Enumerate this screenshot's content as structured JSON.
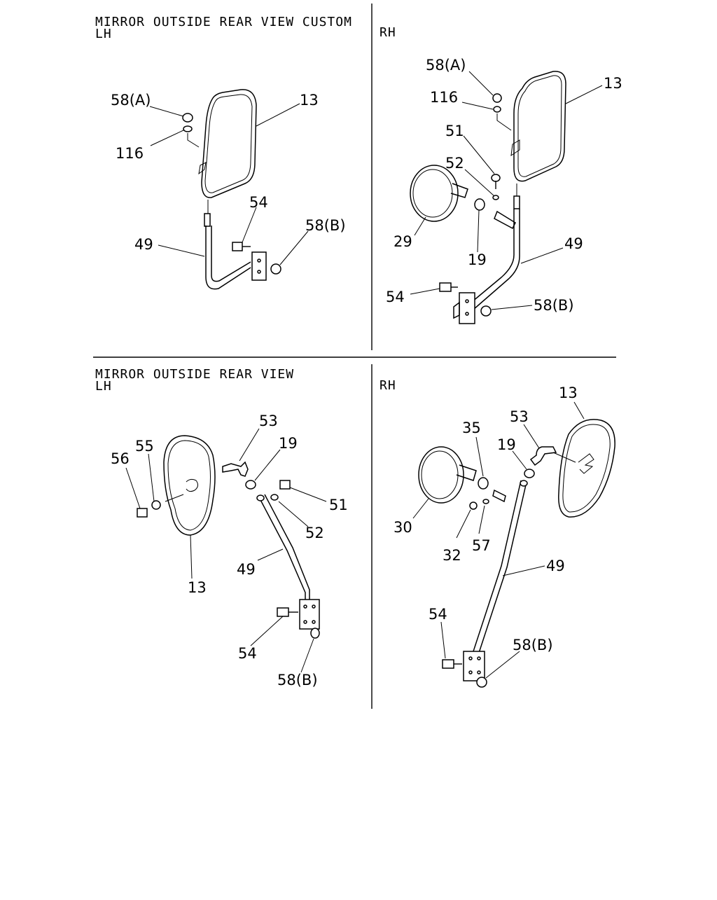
{
  "titles": {
    "custom": "MIRROR OUTSIDE REAR VIEW CUSTOM",
    "standard": "MIRROR OUTSIDE REAR VIEW",
    "lh": "LH",
    "rh": "RH"
  },
  "callouts": {
    "q1": [
      "58(A)",
      "116",
      "13",
      "54",
      "58(B)",
      "49"
    ],
    "q2": [
      "58(A)",
      "116",
      "13",
      "51",
      "52",
      "29",
      "19",
      "49",
      "54",
      "58(B)"
    ],
    "q3": [
      "53",
      "19",
      "56",
      "55",
      "51",
      "52",
      "49",
      "13",
      "54",
      "58(B)"
    ],
    "q4": [
      "13",
      "53",
      "35",
      "19",
      "30",
      "32",
      "57",
      "49",
      "54",
      "58(B)"
    ]
  }
}
